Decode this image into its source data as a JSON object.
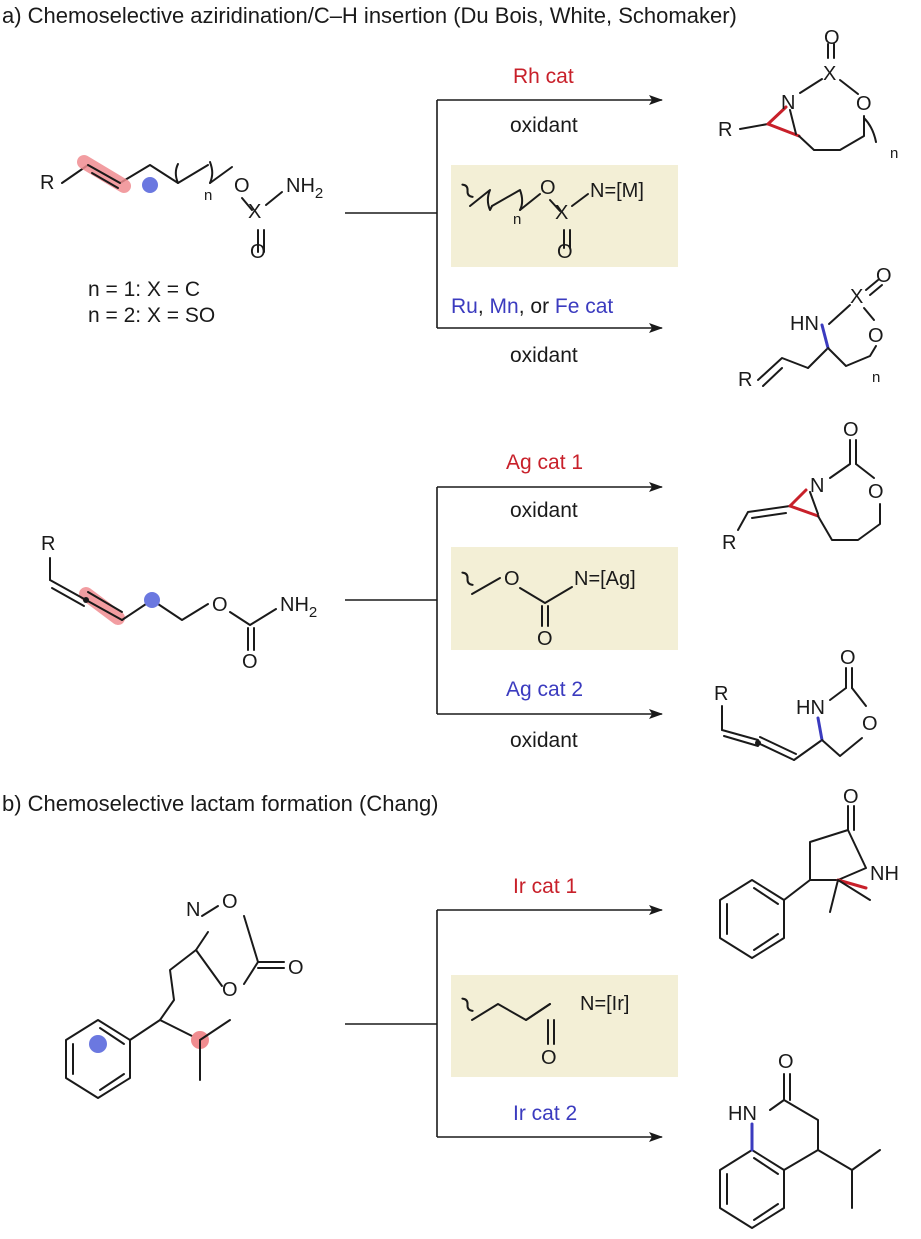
{
  "colors": {
    "red_accent": "#c8202a",
    "blue_accent": "#3b3bbf",
    "highlight_box": "#f3efd6",
    "red_dot": "#f08c90",
    "blue_dot": "#6b78e0"
  },
  "section_a": {
    "title": "a) Chemoselective aziridination/C–H insertion (Du Bois, White, Schomaker)",
    "reaction1": {
      "cond_n1": "n = 1: X = C",
      "cond_n2": "n = 2: X = SO",
      "top_reagent": "Rh cat",
      "top_oxidant": "oxidant",
      "bottom_reagent_parts": [
        "Ru",
        ", ",
        "Mn",
        ", or ",
        "Fe cat"
      ],
      "bottom_oxidant": "oxidant",
      "intermediate_metal": "N=[M]"
    },
    "reaction2": {
      "top_reagent": "Ag cat 1",
      "top_oxidant": "oxidant",
      "bottom_reagent": "Ag cat 2",
      "bottom_oxidant": "oxidant",
      "intermediate_metal": "N=[Ag]"
    }
  },
  "section_b": {
    "title": "b) Chemoselective lactam formation (Chang)",
    "top_reagent": "Ir cat 1",
    "bottom_reagent": "Ir cat 2",
    "intermediate_metal": "N=[Ir]"
  },
  "atoms": {
    "R": "R",
    "O": "O",
    "X": "X",
    "N": "N",
    "NH": "NH",
    "HN": "HN",
    "NH2_main": "NH",
    "NH2_sub": "2",
    "n": "n"
  }
}
